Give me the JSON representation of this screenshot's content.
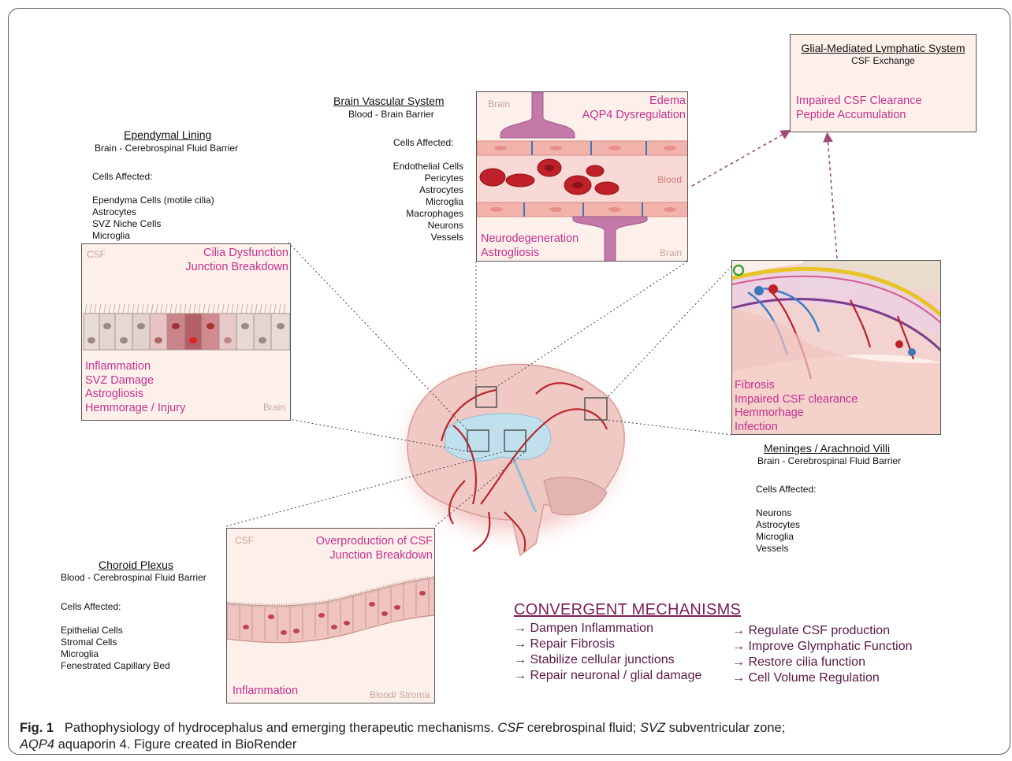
{
  "ependymal": {
    "title": "Ependymal Lining",
    "subtitle": "Brain - Cerebrospinal Fluid Barrier",
    "cells_affected_label": "Cells Affected:",
    "cells": "Ependyma Cells (motile cilia)\nAstrocytes\nSVZ Niche Cells\nMicroglia",
    "panel": {
      "csf_label": "CSF",
      "brain_label": "Brain",
      "top_issues": "Cilia Dysfunction\nJunction Breakdown",
      "bottom_issues": "Inflammation\nSVZ Damage\nAstrogliosis\nHemmorage / Injury"
    }
  },
  "vascular": {
    "title": "Brain Vascular System",
    "subtitle": "Blood - Brain Barrier",
    "cells_affected_label": "Cells Affected:",
    "cells": "Endothelial Cells\nPericytes\nAstrocytes\nMicroglia\nMacrophages\nNeurons\nVessels",
    "panel": {
      "brain_top_label": "Brain",
      "brain_bottom_label": "Brain",
      "blood_label": "Blood",
      "top_issues": "Edema\nAQP4 Dysregulation",
      "bottom_issues": "Neurodegeneration\nAstrogliosis"
    }
  },
  "glymphatic": {
    "title": "Glial-Mediated Lymphatic System",
    "subtitle": "CSF Exchange",
    "issues": "Impaired CSF Clearance\nPeptide Accumulation"
  },
  "meninges": {
    "title": "Meninges / Arachnoid Villi",
    "subtitle": "Brain - Cerebrospinal Fluid Barrier",
    "cells_affected_label": "Cells Affected:",
    "cells": "Neurons\nAstrocytes\nMicroglia\nVessels",
    "panel": {
      "issues": "Fibrosis\nImpaired CSF clearance\nHemmorhage\nInfection"
    }
  },
  "choroid": {
    "title": "Choroid Plexus",
    "subtitle": "Blood - Cerebrospinal Fluid Barrier",
    "cells_affected_label": "Cells Affected:",
    "cells": "Epithelial Cells\nStromal Cells\nMicroglia\nFenestrated Capillary Bed",
    "panel": {
      "csf_label": "CSF",
      "stroma_label": "Blood/ Stroma",
      "top_issues": "Overproduction of CSF\nJunction Breakdown",
      "bottom_issues": "Inflammation"
    }
  },
  "convergent": {
    "title": "CONVERGENT MECHANISMS",
    "left": [
      "→ Dampen Inflammation",
      "→ Repair Fibrosis",
      "→ Stabilize cellular junctions",
      "→ Repair neuronal / glial damage"
    ],
    "right": [
      "→ Regulate CSF production",
      "→ Improve Glymphatic Function",
      "→ Restore cilia function",
      "→ Cell Volume Regulation"
    ]
  },
  "caption": {
    "fig": "Fig. 1",
    "line1": "Pathophysiology of hydrocephalus and emerging therapeutic mechanisms.",
    "csf_abbr": "CSF",
    "csf_def": "cerebrospinal fluid;",
    "svz_abbr": "SVZ",
    "svz_def": "subventricular zone;",
    "aqp4_abbr": "AQP4",
    "aqp4_def": "aquaporin 4. Figure created in BioRender"
  },
  "colors": {
    "accent_pink": "#c2328f",
    "convergent": "#7a1f55",
    "panel_bg": "#fdf0ea",
    "blood_red": "#c0202a",
    "arrow": "#a04a7a"
  }
}
